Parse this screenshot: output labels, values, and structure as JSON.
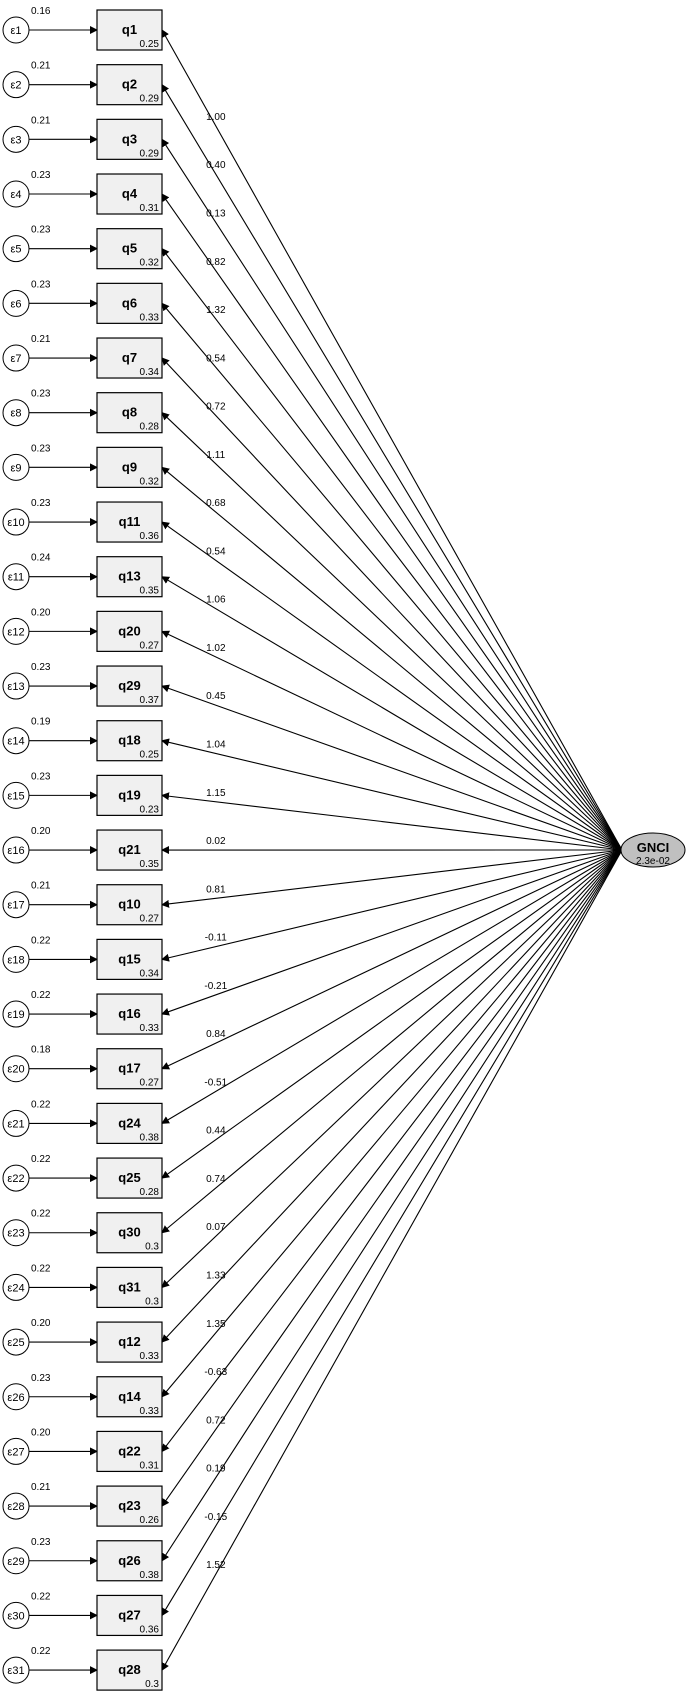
{
  "latent": {
    "name": "GNCI",
    "value": "2.3e-02"
  },
  "colors": {
    "box_fill": "#f0f0f0",
    "ellipse_fill": "#c0c0c0",
    "stroke": "#000000"
  },
  "indicators": [
    {
      "name": "q1",
      "intercept": "0.25",
      "error": "ε1",
      "error_variance": "0.16",
      "loading": "1.00"
    },
    {
      "name": "q2",
      "intercept": "0.29",
      "error": "ε2",
      "error_variance": "0.21",
      "loading": "0.40"
    },
    {
      "name": "q3",
      "intercept": "0.29",
      "error": "ε3",
      "error_variance": "0.21",
      "loading": "0.13"
    },
    {
      "name": "q4",
      "intercept": "0.31",
      "error": "ε4",
      "error_variance": "0.23",
      "loading": "0.82"
    },
    {
      "name": "q5",
      "intercept": "0.32",
      "error": "ε5",
      "error_variance": "0.23",
      "loading": "1.32"
    },
    {
      "name": "q6",
      "intercept": "0.33",
      "error": "ε6",
      "error_variance": "0.23",
      "loading": "0.54"
    },
    {
      "name": "q7",
      "intercept": "0.34",
      "error": "ε7",
      "error_variance": "0.21",
      "loading": "0.72"
    },
    {
      "name": "q8",
      "intercept": "0.28",
      "error": "ε8",
      "error_variance": "0.23",
      "loading": "1.11"
    },
    {
      "name": "q9",
      "intercept": "0.32",
      "error": "ε9",
      "error_variance": "0.23",
      "loading": "0.68"
    },
    {
      "name": "q11",
      "intercept": "0.36",
      "error": "ε10",
      "error_variance": "0.23",
      "loading": "0.54"
    },
    {
      "name": "q13",
      "intercept": "0.35",
      "error": "ε11",
      "error_variance": "0.24",
      "loading": "1.06"
    },
    {
      "name": "q20",
      "intercept": "0.27",
      "error": "ε12",
      "error_variance": "0.20",
      "loading": "1.02"
    },
    {
      "name": "q29",
      "intercept": "0.37",
      "error": "ε13",
      "error_variance": "0.23",
      "loading": "0.45"
    },
    {
      "name": "q18",
      "intercept": "0.25",
      "error": "ε14",
      "error_variance": "0.19",
      "loading": "1.04"
    },
    {
      "name": "q19",
      "intercept": "0.23",
      "error": "ε15",
      "error_variance": "0.23",
      "loading": "1.15"
    },
    {
      "name": "q21",
      "intercept": "0.35",
      "error": "ε16",
      "error_variance": "0.20",
      "loading": "0.02"
    },
    {
      "name": "q10",
      "intercept": "0.27",
      "error": "ε17",
      "error_variance": "0.21",
      "loading": "0.81"
    },
    {
      "name": "q15",
      "intercept": "0.34",
      "error": "ε18",
      "error_variance": "0.22",
      "loading": "-0.11"
    },
    {
      "name": "q16",
      "intercept": "0.33",
      "error": "ε19",
      "error_variance": "0.22",
      "loading": "-0.21"
    },
    {
      "name": "q17",
      "intercept": "0.27",
      "error": "ε20",
      "error_variance": "0.18",
      "loading": "0.84"
    },
    {
      "name": "q24",
      "intercept": "0.38",
      "error": "ε21",
      "error_variance": "0.22",
      "loading": "-0.51"
    },
    {
      "name": "q25",
      "intercept": "0.28",
      "error": "ε22",
      "error_variance": "0.22",
      "loading": "0.44"
    },
    {
      "name": "q30",
      "intercept": "0.3",
      "error": "ε23",
      "error_variance": "0.22",
      "loading": "0.74"
    },
    {
      "name": "q31",
      "intercept": "0.3",
      "error": "ε24",
      "error_variance": "0.22",
      "loading": "0.07"
    },
    {
      "name": "q12",
      "intercept": "0.33",
      "error": "ε25",
      "error_variance": "0.20",
      "loading": "1.33"
    },
    {
      "name": "q14",
      "intercept": "0.33",
      "error": "ε26",
      "error_variance": "0.23",
      "loading": "1.35"
    },
    {
      "name": "q22",
      "intercept": "0.31",
      "error": "ε27",
      "error_variance": "0.20",
      "loading": "-0.63"
    },
    {
      "name": "q23",
      "intercept": "0.26",
      "error": "ε28",
      "error_variance": "0.21",
      "loading": "0.72"
    },
    {
      "name": "q26",
      "intercept": "0.38",
      "error": "ε29",
      "error_variance": "0.23",
      "loading": "0.19"
    },
    {
      "name": "q27",
      "intercept": "0.36",
      "error": "ε30",
      "error_variance": "0.22",
      "loading": "-0.15"
    },
    {
      "name": "q28",
      "intercept": "0.3",
      "error": "ε31",
      "error_variance": "0.22",
      "loading": "1.52"
    }
  ]
}
